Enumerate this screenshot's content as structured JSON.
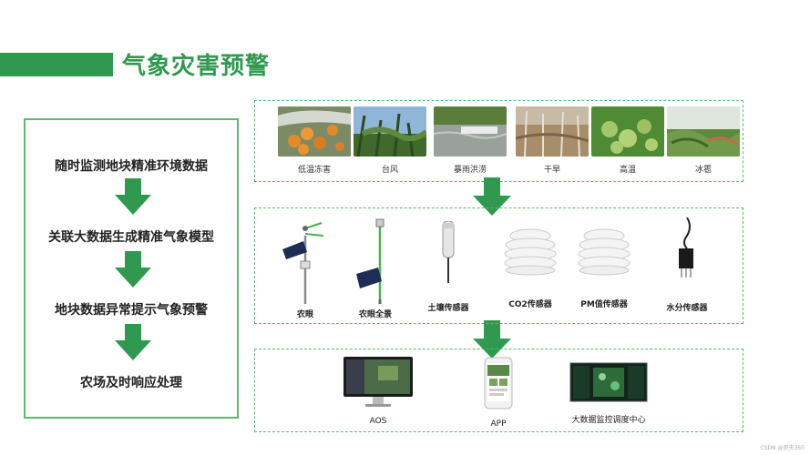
{
  "page": {
    "title": "气象灾害预警",
    "watermark": "CSDN @农夫365"
  },
  "steps": [
    "随时监测地块精准环境数据",
    "关联大数据生成精准气象模型",
    "地块数据异常提示气象预警",
    "农场及时响应处理"
  ],
  "disasters": [
    "低温冻害",
    "台风",
    "暴雨洪涝",
    "干旱",
    "高温",
    "冰雹"
  ],
  "devices": [
    "农眼",
    "农眼全景",
    "土壤传感器",
    "CO2传感器",
    "PM值传感器",
    "水分传感器"
  ],
  "apps": [
    "AOS",
    "APP",
    "大数据监控调度中心"
  ],
  "colors": {
    "accent": "#2f9a4f",
    "border": "#5db872",
    "arrow": "#2f9a4f"
  }
}
